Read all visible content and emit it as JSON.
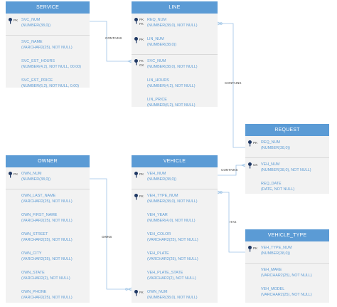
{
  "entities": {
    "service": {
      "title": "SERVICE",
      "attrs": [
        {
          "name": "SVC_NUM",
          "type": "(NUMBER(38,0))",
          "key": "PK"
        },
        {
          "name": "SVC_NAME",
          "type": "(VARCHAR2(25), NOT NULL)"
        },
        {
          "name": "SVC_EST_HOURS",
          "type": "(NUMBER(4,2), NOT NULL, 00.00)"
        },
        {
          "name": "SVC_EST_PRICE",
          "type": "(NUMBER(6,2), NOT NULL, 0.00)"
        }
      ]
    },
    "line": {
      "title": "LINE",
      "attrs": [
        {
          "name": "REQ_NUM",
          "type": "(NUMBER(38,0), NOT NULL)"
        },
        {
          "name": "LIN_NUM",
          "type": "(NUMBER(38,0))"
        },
        {
          "name": "SVC_NUM",
          "type": "(NUMBER(38,0), NOT NULL)"
        },
        {
          "name": "LIN_HOURS",
          "type": "(NUMBER(4,2), NOT NULL)"
        },
        {
          "name": "LIN_PRICE",
          "type": "(NUMBER(6,2), NOT NULL)"
        }
      ],
      "keys": {
        "pk": "PK",
        "fk": "FK",
        "ck": "CK"
      }
    },
    "request": {
      "title": "REQUEST",
      "attrs": [
        {
          "name": "REQ_NUM",
          "type": "(NUMBER(38,0))",
          "key": "PK"
        },
        {
          "name": "VEH_NUM",
          "type": "(NUMBER(38,0), NOT NULL)",
          "key": "CK"
        },
        {
          "name": "REQ_DATE",
          "type": "(DATE, NOT NULL)"
        }
      ]
    },
    "owner": {
      "title": "OWNER",
      "attrs": [
        {
          "name": "OWN_NUM",
          "type": "(NUMBER(38,0))",
          "key": "PK"
        },
        {
          "name": "OWN_LAST_NAME",
          "type": "(VARCHAR2(25), NOT NULL)"
        },
        {
          "name": "OWN_FIRST_NAME",
          "type": "(VARCHAR2(25), NOT NULL)"
        },
        {
          "name": "OWN_STREET",
          "type": "(VARCHAR2(25), NOT NULL)"
        },
        {
          "name": "OWN_CITY",
          "type": "(VARCHAR2(25), NOT NULL)"
        },
        {
          "name": "OWN_STATE",
          "type": "(VARCHAR2(2), NOT NULL)"
        },
        {
          "name": "OWN_PHONE",
          "type": "(VARCHAR2(25), NOT NULL)"
        }
      ]
    },
    "vehicle": {
      "title": "VEHICLE",
      "attrs": [
        {
          "name": "VEH_NUM",
          "type": "(NUMBER(38,0))",
          "key": "PK"
        },
        {
          "name": "VEH_TYPE_NUM",
          "type": "(NUMBER(38,0), NOT NULL)",
          "key": "FK"
        },
        {
          "name": "VEH_YEAR",
          "type": "(NUMBER(4,0), NOT NULL)"
        },
        {
          "name": "VEH_COLOR",
          "type": "(VARCHAR2(25), NOT NULL)"
        },
        {
          "name": "VEH_PLATE",
          "type": "(VARCHAR2(25), NOT NULL)"
        },
        {
          "name": "VEH_PLATE_STATE",
          "type": "(VARCHAR2(2), NOT NULL)"
        },
        {
          "name": "OWN_NUM",
          "type": "(NUMBER(38,0), NOT NULL)",
          "key": "FK"
        }
      ]
    },
    "vehicle_type": {
      "title": "VEHICLE_TYPE",
      "attrs": [
        {
          "name": "VEH_TYPE_NUM",
          "type": "(NUMBER(38,0))",
          "key": "PK"
        },
        {
          "name": "VEH_MAKE",
          "type": "(VARCHAR2(25), NOT NULL)"
        },
        {
          "name": "VEH_MODEL",
          "type": "(VARCHAR2(25), NOT NULL)"
        }
      ]
    }
  },
  "relationships": {
    "service_line": "CONTAINS",
    "line_request": "CONTAINS",
    "request_vehicle": "CONTAINS",
    "vehicle_type": "HAS",
    "owner_vehicle": "OWNS"
  },
  "colors": {
    "header": "#5b9bd5",
    "body": "#f2f2f2",
    "text": "#5b9bd5",
    "line": "#9dc3e6"
  }
}
